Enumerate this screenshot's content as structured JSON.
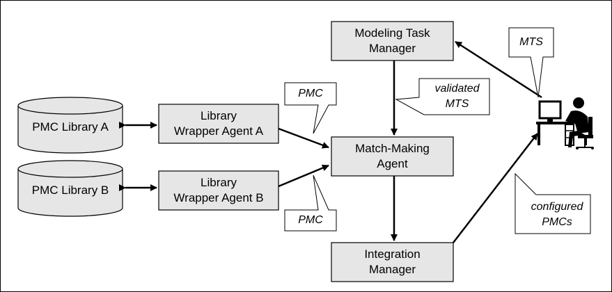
{
  "libraries": [
    {
      "label": "PMC Library A"
    },
    {
      "label": "PMC Library B"
    }
  ],
  "boxes": {
    "wrapper_a": "Library\nWrapper Agent A",
    "wrapper_b": "Library\nWrapper Agent B",
    "match_making": "Match-Making\nAgent",
    "task_manager": "Modeling Task\nManager",
    "integration": "Integration\nManager"
  },
  "callouts": {
    "pmc_a": "PMC",
    "pmc_b": "PMC",
    "validated_mts": "validated\nMTS",
    "mts": "MTS",
    "configured_pmcs": "configured\nPMCs"
  },
  "colors": {
    "box_fill": "#e6e6e6",
    "db_fill": "#e6e6e6",
    "line": "#000000"
  },
  "icons": {
    "user": "user-at-computer-icon"
  }
}
